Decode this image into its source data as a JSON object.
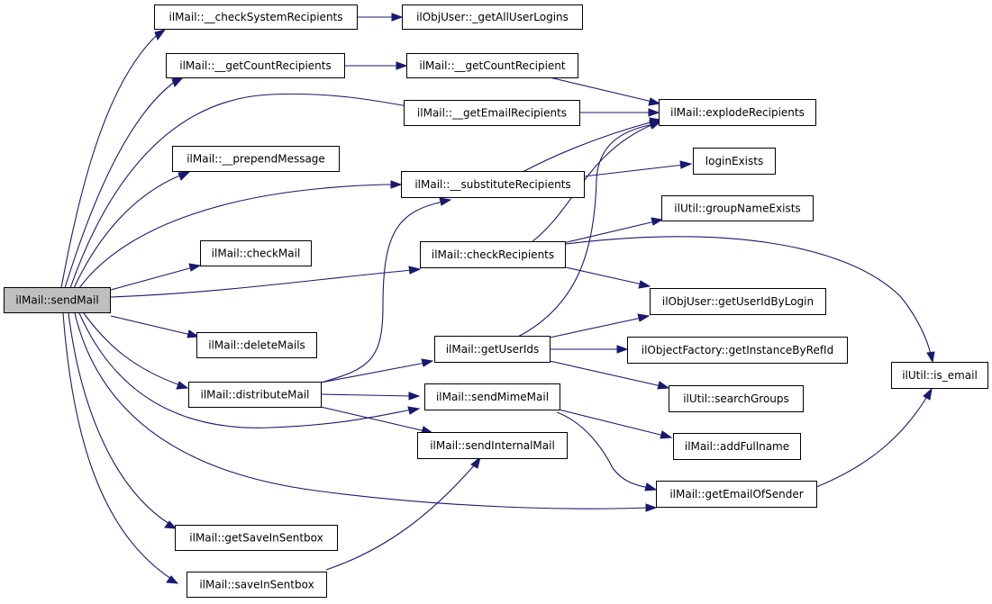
{
  "colors": {
    "edge": "#191970",
    "node_border": "#000000",
    "root_fill": "#bfbfbf",
    "node_fill": "#ffffff"
  },
  "nodes": {
    "sendMail": "ilMail::sendMail",
    "checkSystemRecipients": "ilMail::__checkSystemRecipients",
    "getAllUserLogins": "ilObjUser::_getAllUserLogins",
    "getCountRecipients": "ilMail::__getCountRecipients",
    "getCountRecipient": "ilMail::__getCountRecipient",
    "getEmailRecipients": "ilMail::__getEmailRecipients",
    "explodeRecipients": "ilMail::explodeRecipients",
    "prependMessage": "ilMail::__prependMessage",
    "substituteRecipients": "ilMail::__substituteRecipients",
    "loginExists": "loginExists",
    "groupNameExists": "ilUtil::groupNameExists",
    "checkMail": "ilMail::checkMail",
    "checkRecipients": "ilMail::checkRecipients",
    "getUserIdByLogin": "ilObjUser::getUserIdByLogin",
    "deleteMails": "ilMail::deleteMails",
    "getUserIds": "ilMail::getUserIds",
    "getInstanceByRefId": "ilObjectFactory::getInstanceByRefId",
    "is_email": "ilUtil::is_email",
    "distributeMail": "ilMail::distributeMail",
    "sendMimeMail": "ilMail::sendMimeMail",
    "searchGroups": "ilUtil::searchGroups",
    "addFullname": "ilMail::addFullname",
    "sendInternalMail": "ilMail::sendInternalMail",
    "getEmailOfSender": "ilMail::getEmailOfSender",
    "getSaveInSentbox": "ilMail::getSaveInSentbox",
    "saveInSentbox": "ilMail::saveInSentbox"
  }
}
